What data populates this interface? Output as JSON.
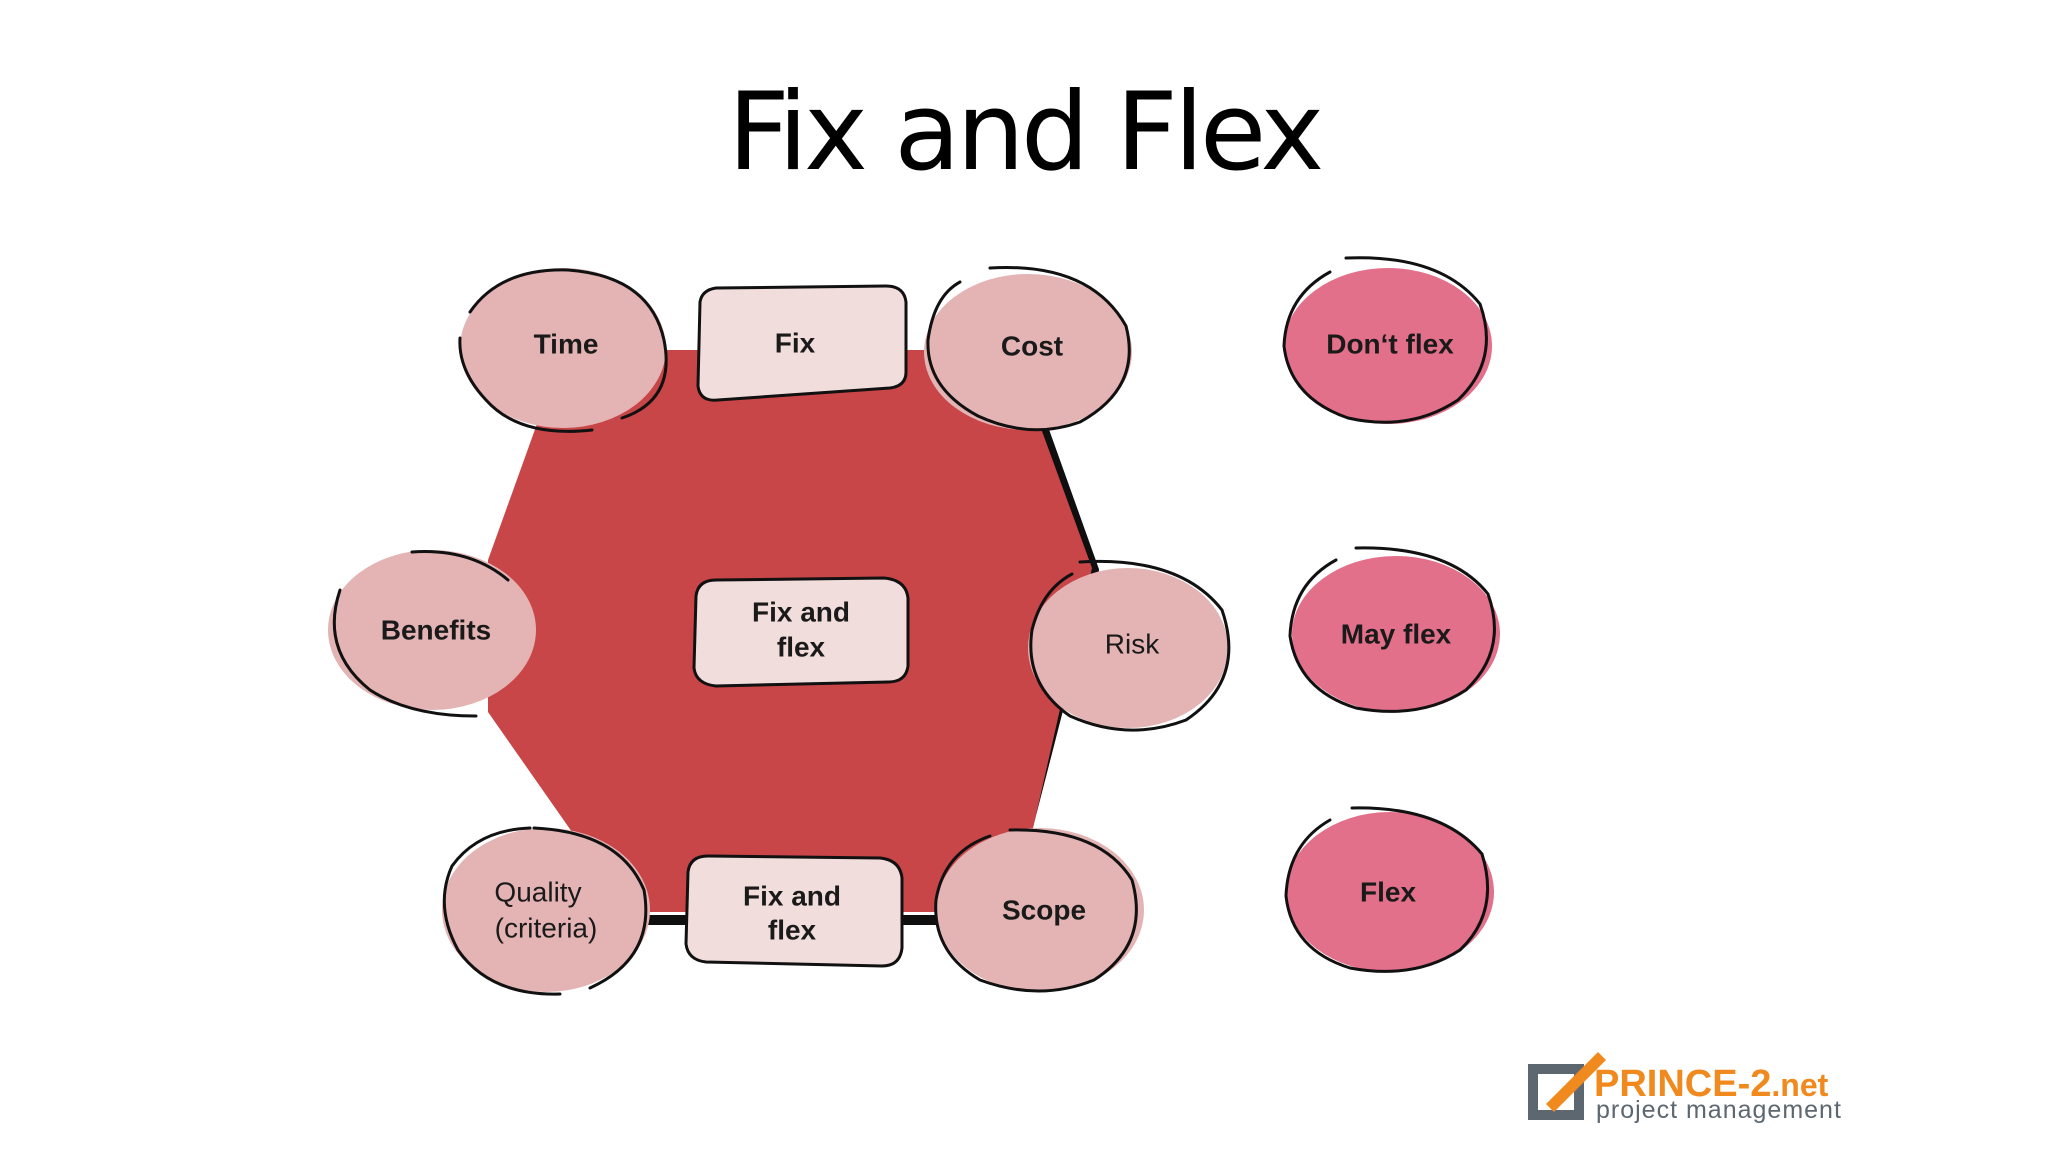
{
  "slide": {
    "title": "Fix and Flex"
  },
  "hexagon": {
    "center_label": [
      "Fix and",
      "flex"
    ],
    "top_label": "Fix",
    "bottom_label": [
      "Fix and",
      "flex"
    ]
  },
  "aspects": {
    "time": "Time",
    "cost": "Cost",
    "benefits": "Benefits",
    "risk": "Risk",
    "quality": [
      "Quality",
      "(criteria)"
    ],
    "scope": "Scope"
  },
  "legend": {
    "dont_flex": "Don‘t flex",
    "may_flex": "May flex",
    "flex": "Flex"
  },
  "logo": {
    "brand": "PRINCE-2",
    "suffix": ".net",
    "tagline": "project management"
  },
  "colors": {
    "hexagon": "#c84548",
    "aspect_circle": "#e4b4b4",
    "label_box": "#f2dddd",
    "legend_circle": "#e2708a",
    "brand_orange": "#f08a1e",
    "brand_gray": "#5d6770"
  }
}
